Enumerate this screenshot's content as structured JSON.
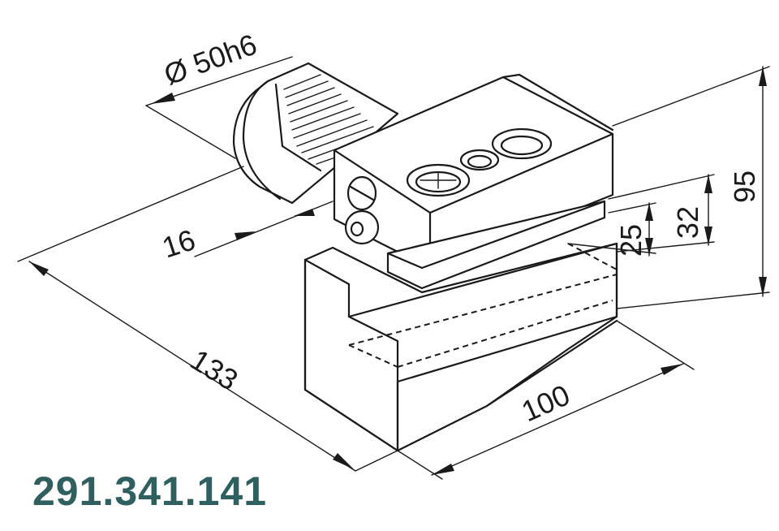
{
  "drawing": {
    "dimensions": {
      "diameter": "Ø 50h6",
      "offset": "16",
      "length": "133",
      "width": "100",
      "height_total": "95",
      "height_mid": "32",
      "height_low": "25"
    },
    "part_number": "291.341.141",
    "colors": {
      "line": "#1a1a1a",
      "part_number": "#2f5f5f",
      "background": "#ffffff"
    }
  }
}
